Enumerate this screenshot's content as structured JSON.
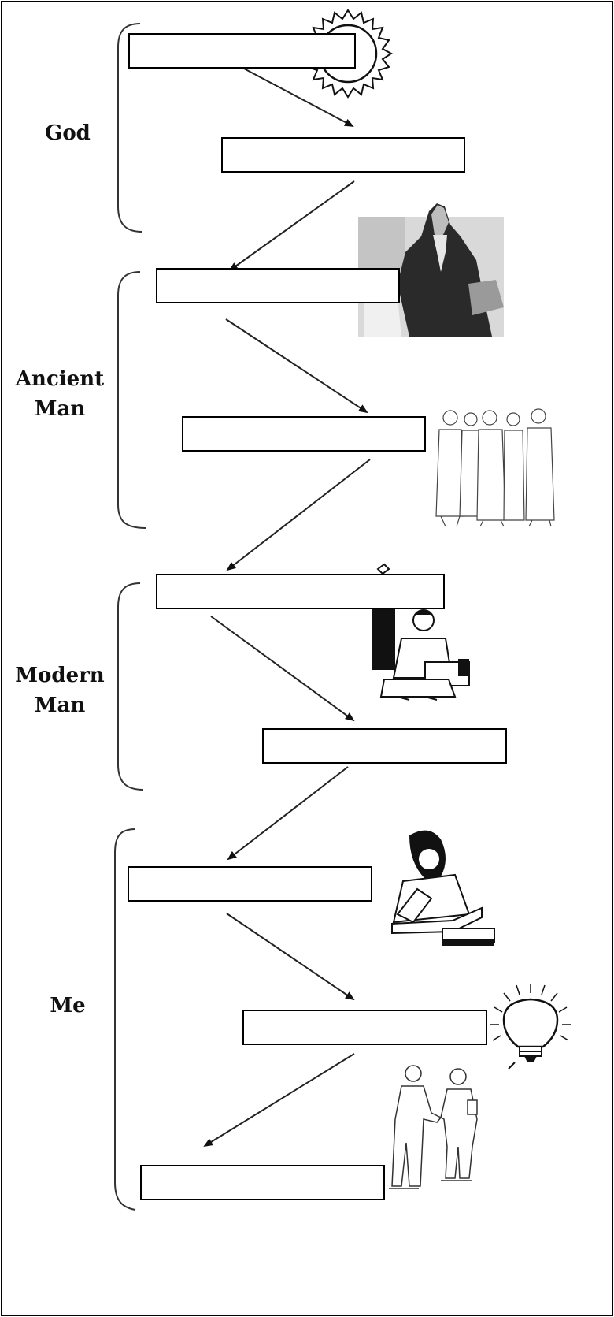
{
  "stages": [
    {
      "id": "god",
      "label": "God"
    },
    {
      "id": "ancient",
      "label": "Ancient\nMan"
    },
    {
      "id": "modern",
      "label": "Modern\nMan"
    },
    {
      "id": "me",
      "label": "Me"
    }
  ],
  "boxes": [
    "",
    "",
    "",
    "",
    "",
    "",
    "",
    "",
    ""
  ],
  "illustrations": [
    "sun-icon",
    "bearded-elder-icon",
    "robed-group-icon",
    "man-at-computer-icon",
    "woman-reading-icon",
    "light-bulb-icon",
    "handshake-icon"
  ],
  "colors": {
    "line": "#000000",
    "background": "#ffffff"
  }
}
